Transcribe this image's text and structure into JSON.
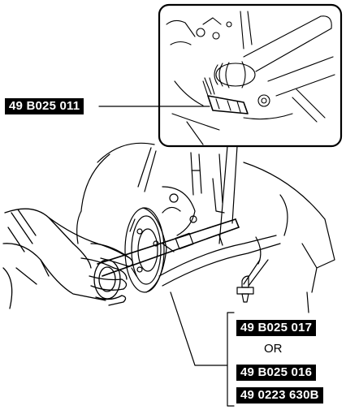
{
  "labels": {
    "tool_top": "49 B025 011",
    "tool_a": "49 B025 017",
    "or_text": "OR",
    "tool_b": "49 B025 016",
    "tool_c": "49 0223 630B"
  }
}
